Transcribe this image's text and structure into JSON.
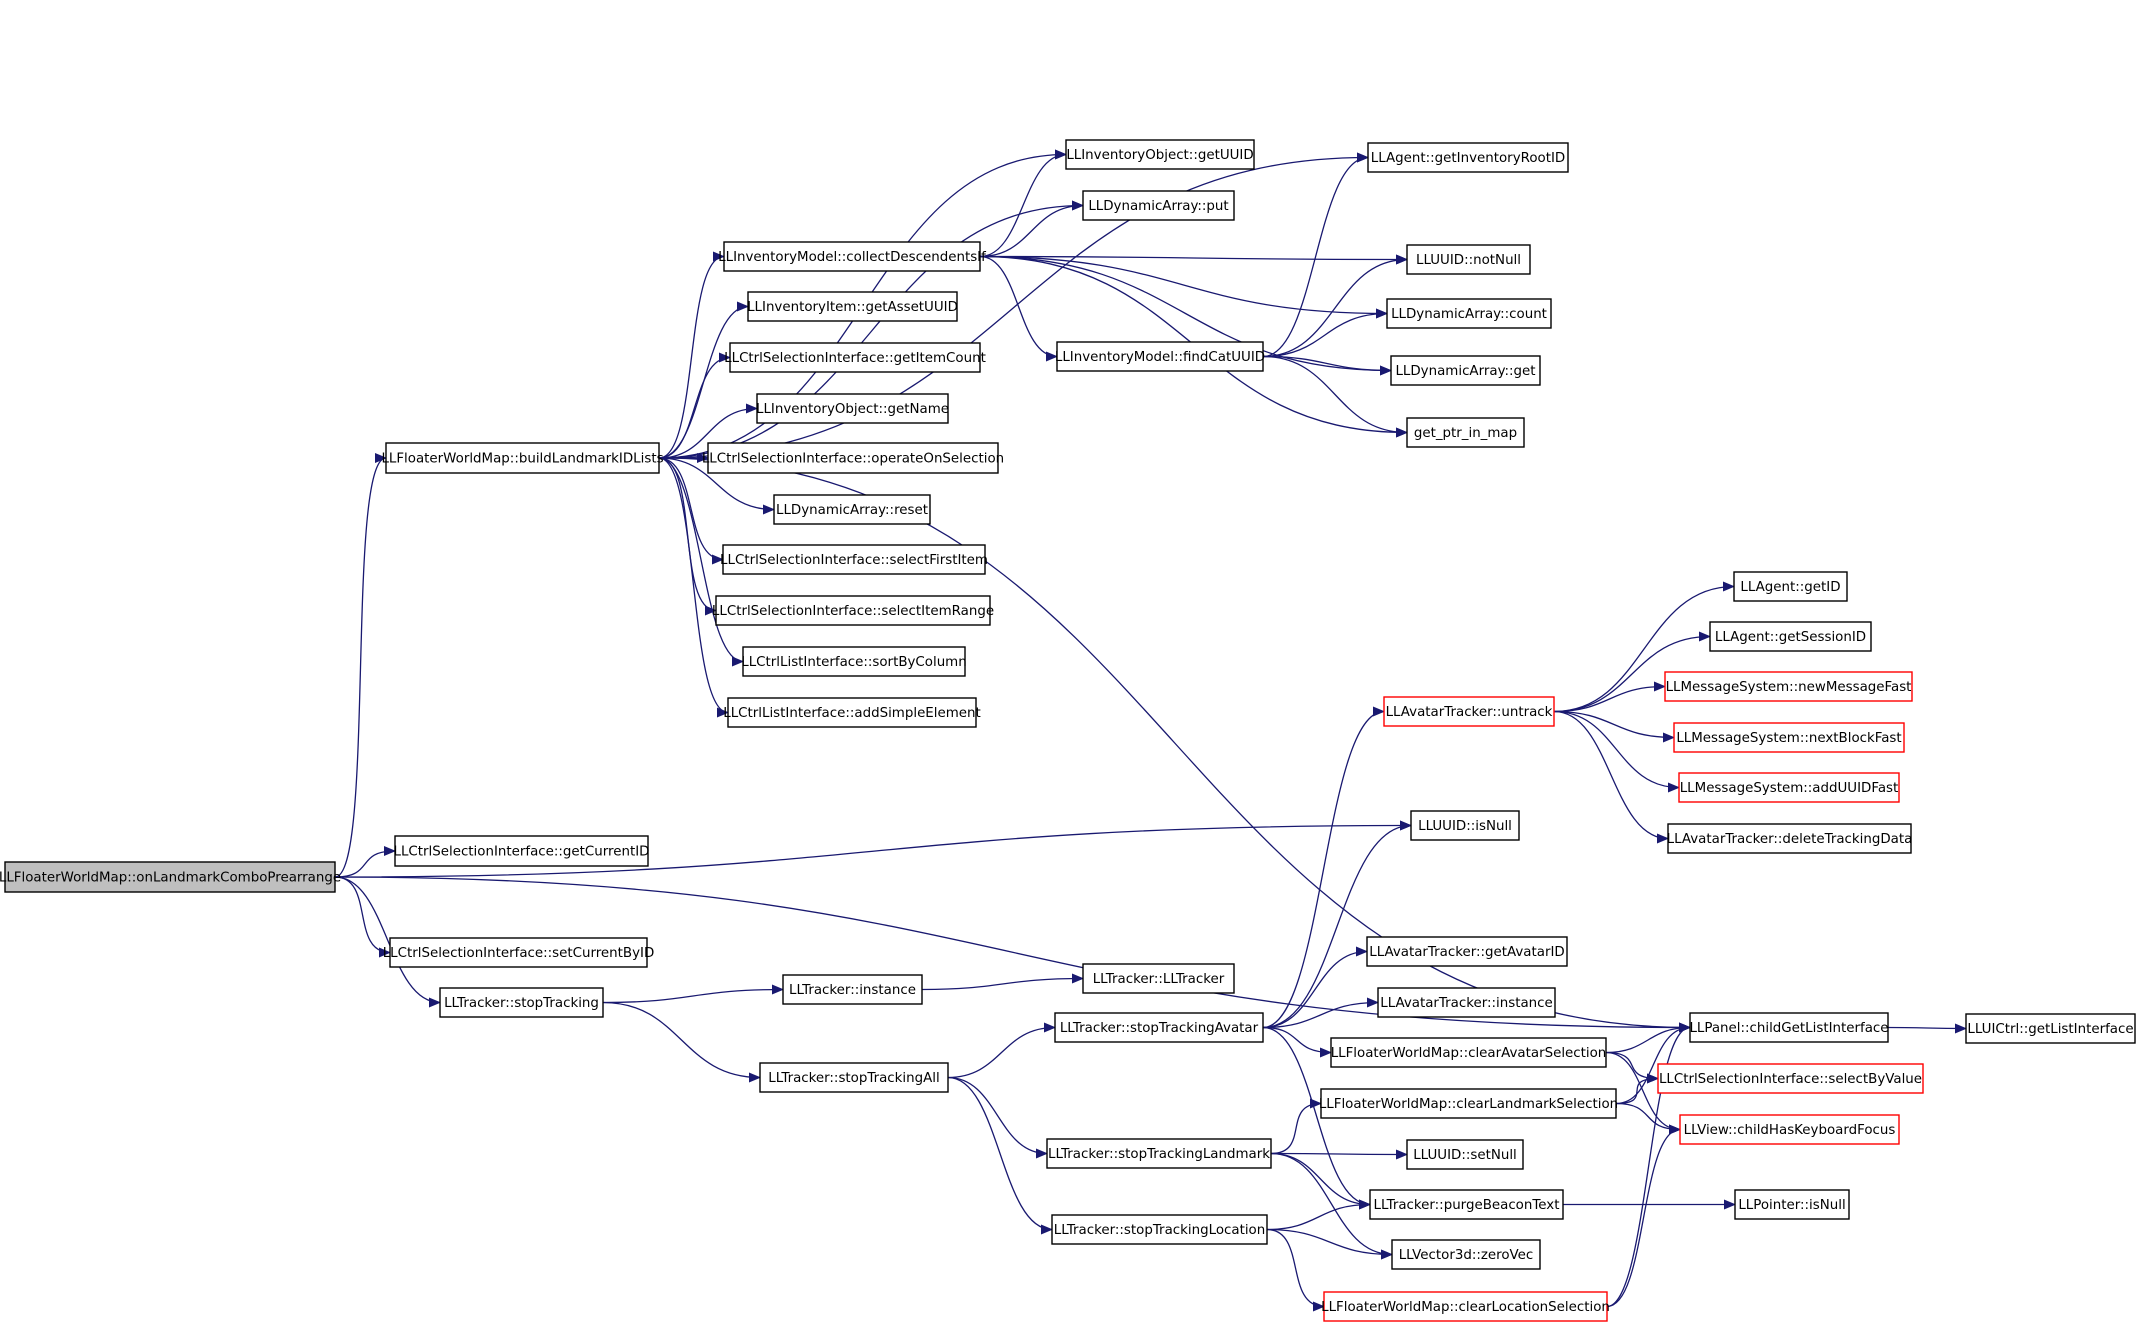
{
  "colors": {
    "edge": "#191970",
    "node_border": "#000000",
    "node_border_truncated": "#ff0000",
    "root_fill": "#bfbfbf",
    "node_fill": "#ffffff"
  },
  "graph": {
    "nodes": [
      {
        "id": "root",
        "label": "LLFloaterWorldMap::onLandmarkComboPrearrange",
        "variant": "root"
      },
      {
        "id": "buildLandmarkIDLists",
        "label": "LLFloaterWorldMap::buildLandmarkIDLists",
        "variant": "normal"
      },
      {
        "id": "invObjGetUUID",
        "label": "LLInventoryObject::getUUID",
        "variant": "normal"
      },
      {
        "id": "dynArrPut",
        "label": "LLDynamicArray::put",
        "variant": "normal"
      },
      {
        "id": "collectDescendentsIf",
        "label": "LLInventoryModel::collectDescendentsIf",
        "variant": "normal"
      },
      {
        "id": "invItemGetAssetUUID",
        "label": "LLInventoryItem::getAssetUUID",
        "variant": "normal"
      },
      {
        "id": "ctrlSelGetItemCount",
        "label": "LLCtrlSelectionInterface::getItemCount",
        "variant": "normal"
      },
      {
        "id": "invObjGetName",
        "label": "LLInventoryObject::getName",
        "variant": "normal"
      },
      {
        "id": "ctrlSelOperateOnSelection",
        "label": "LLCtrlSelectionInterface::operateOnSelection",
        "variant": "normal"
      },
      {
        "id": "dynArrReset",
        "label": "LLDynamicArray::reset",
        "variant": "normal"
      },
      {
        "id": "ctrlSelSelectFirstItem",
        "label": "LLCtrlSelectionInterface::selectFirstItem",
        "variant": "normal"
      },
      {
        "id": "ctrlSelSelectItemRange",
        "label": "LLCtrlSelectionInterface::selectItemRange",
        "variant": "normal"
      },
      {
        "id": "ctrlListSortByColumn",
        "label": "LLCtrlListInterface::sortByColumn",
        "variant": "normal"
      },
      {
        "id": "ctrlListAddSimpleElement",
        "label": "LLCtrlListInterface::addSimpleElement",
        "variant": "normal"
      },
      {
        "id": "agentGetInventoryRootID",
        "label": "LLAgent::getInventoryRootID",
        "variant": "normal"
      },
      {
        "id": "uuidNotNull",
        "label": "LLUUID::notNull",
        "variant": "normal"
      },
      {
        "id": "dynArrCount",
        "label": "LLDynamicArray::count",
        "variant": "normal"
      },
      {
        "id": "findCatUUID",
        "label": "LLInventoryModel::findCatUUID",
        "variant": "normal"
      },
      {
        "id": "dynArrGet",
        "label": "LLDynamicArray::get",
        "variant": "normal"
      },
      {
        "id": "getPtrInMap",
        "label": "get_ptr_in_map",
        "variant": "normal"
      },
      {
        "id": "ctrlSelGetCurrentID",
        "label": "LLCtrlSelectionInterface::getCurrentID",
        "variant": "normal"
      },
      {
        "id": "ctrlSelSetCurrentByID",
        "label": "LLCtrlSelectionInterface::setCurrentByID",
        "variant": "normal"
      },
      {
        "id": "trackerStopTracking",
        "label": "LLTracker::stopTracking",
        "variant": "normal"
      },
      {
        "id": "trackerInstance",
        "label": "LLTracker::instance",
        "variant": "normal"
      },
      {
        "id": "trackerLLTracker",
        "label": "LLTracker::LLTracker",
        "variant": "normal"
      },
      {
        "id": "trackerStopTrackingAll",
        "label": "LLTracker::stopTrackingAll",
        "variant": "normal"
      },
      {
        "id": "trackerStopTrackingAvatar",
        "label": "LLTracker::stopTrackingAvatar",
        "variant": "normal"
      },
      {
        "id": "trackerStopTrackingLandmark",
        "label": "LLTracker::stopTrackingLandmark",
        "variant": "normal"
      },
      {
        "id": "trackerStopTrackingLocation",
        "label": "LLTracker::stopTrackingLocation",
        "variant": "normal"
      },
      {
        "id": "avatarTrackerUntrack",
        "label": "LLAvatarTracker::untrack",
        "variant": "truncated"
      },
      {
        "id": "uuidIsNull",
        "label": "LLUUID::isNull",
        "variant": "normal"
      },
      {
        "id": "avatarTrackerGetAvatarID",
        "label": "LLAvatarTracker::getAvatarID",
        "variant": "normal"
      },
      {
        "id": "avatarTrackerInstance",
        "label": "LLAvatarTracker::instance",
        "variant": "normal"
      },
      {
        "id": "clearAvatarSelection",
        "label": "LLFloaterWorldMap::clearAvatarSelection",
        "variant": "normal"
      },
      {
        "id": "clearLandmarkSelection",
        "label": "LLFloaterWorldMap::clearLandmarkSelection",
        "variant": "normal"
      },
      {
        "id": "uuidSetNull",
        "label": "LLUUID::setNull",
        "variant": "normal"
      },
      {
        "id": "trackerPurgeBeaconText",
        "label": "LLTracker::purgeBeaconText",
        "variant": "normal"
      },
      {
        "id": "vector3dZeroVec",
        "label": "LLVector3d::zeroVec",
        "variant": "normal"
      },
      {
        "id": "clearLocationSelection",
        "label": "LLFloaterWorldMap::clearLocationSelection",
        "variant": "truncated"
      },
      {
        "id": "agentGetID",
        "label": "LLAgent::getID",
        "variant": "normal"
      },
      {
        "id": "agentGetSessionID",
        "label": "LLAgent::getSessionID",
        "variant": "normal"
      },
      {
        "id": "msgNewMessageFast",
        "label": "LLMessageSystem::newMessageFast",
        "variant": "truncated"
      },
      {
        "id": "msgNextBlockFast",
        "label": "LLMessageSystem::nextBlockFast",
        "variant": "truncated"
      },
      {
        "id": "msgAddUUIDFast",
        "label": "LLMessageSystem::addUUIDFast",
        "variant": "truncated"
      },
      {
        "id": "avatarTrackerDeleteTrackingData",
        "label": "LLAvatarTracker::deleteTrackingData",
        "variant": "normal"
      },
      {
        "id": "panelChildGetListInterface",
        "label": "LLPanel::childGetListInterface",
        "variant": "normal"
      },
      {
        "id": "uictrlGetListInterface",
        "label": "LLUICtrl::getListInterface",
        "variant": "normal"
      },
      {
        "id": "ctrlSelSelectByValue",
        "label": "LLCtrlSelectionInterface::selectByValue",
        "variant": "truncated"
      },
      {
        "id": "viewChildHasKeyboardFocus",
        "label": "LLView::childHasKeyboardFocus",
        "variant": "truncated"
      },
      {
        "id": "pointerIsNull",
        "label": "LLPointer::isNull",
        "variant": "normal"
      }
    ],
    "edges": [
      [
        "root",
        "buildLandmarkIDLists"
      ],
      [
        "root",
        "ctrlSelGetCurrentID"
      ],
      [
        "root",
        "uuidIsNull"
      ],
      [
        "root",
        "ctrlSelSetCurrentByID"
      ],
      [
        "root",
        "trackerStopTracking"
      ],
      [
        "root",
        "panelChildGetListInterface"
      ],
      [
        "buildLandmarkIDLists",
        "invObjGetUUID"
      ],
      [
        "buildLandmarkIDLists",
        "dynArrPut"
      ],
      [
        "buildLandmarkIDLists",
        "collectDescendentsIf"
      ],
      [
        "buildLandmarkIDLists",
        "invItemGetAssetUUID"
      ],
      [
        "buildLandmarkIDLists",
        "ctrlSelGetItemCount"
      ],
      [
        "buildLandmarkIDLists",
        "invObjGetName"
      ],
      [
        "buildLandmarkIDLists",
        "ctrlSelOperateOnSelection"
      ],
      [
        "buildLandmarkIDLists",
        "dynArrReset"
      ],
      [
        "buildLandmarkIDLists",
        "ctrlSelSelectFirstItem"
      ],
      [
        "buildLandmarkIDLists",
        "ctrlSelSelectItemRange"
      ],
      [
        "buildLandmarkIDLists",
        "ctrlListSortByColumn"
      ],
      [
        "buildLandmarkIDLists",
        "ctrlListAddSimpleElement"
      ],
      [
        "buildLandmarkIDLists",
        "agentGetInventoryRootID"
      ],
      [
        "buildLandmarkIDLists",
        "panelChildGetListInterface"
      ],
      [
        "collectDescendentsIf",
        "invObjGetUUID"
      ],
      [
        "collectDescendentsIf",
        "dynArrPut"
      ],
      [
        "collectDescendentsIf",
        "uuidNotNull"
      ],
      [
        "collectDescendentsIf",
        "dynArrCount"
      ],
      [
        "collectDescendentsIf",
        "findCatUUID"
      ],
      [
        "collectDescendentsIf",
        "dynArrGet"
      ],
      [
        "collectDescendentsIf",
        "getPtrInMap"
      ],
      [
        "findCatUUID",
        "agentGetInventoryRootID"
      ],
      [
        "findCatUUID",
        "uuidNotNull"
      ],
      [
        "findCatUUID",
        "dynArrCount"
      ],
      [
        "findCatUUID",
        "dynArrGet"
      ],
      [
        "findCatUUID",
        "getPtrInMap"
      ],
      [
        "trackerStopTracking",
        "trackerInstance"
      ],
      [
        "trackerStopTracking",
        "trackerStopTrackingAll"
      ],
      [
        "trackerInstance",
        "trackerLLTracker"
      ],
      [
        "trackerStopTrackingAll",
        "trackerStopTrackingAvatar"
      ],
      [
        "trackerStopTrackingAll",
        "trackerStopTrackingLandmark"
      ],
      [
        "trackerStopTrackingAll",
        "trackerStopTrackingLocation"
      ],
      [
        "trackerStopTrackingAvatar",
        "avatarTrackerUntrack"
      ],
      [
        "trackerStopTrackingAvatar",
        "uuidIsNull"
      ],
      [
        "trackerStopTrackingAvatar",
        "avatarTrackerGetAvatarID"
      ],
      [
        "trackerStopTrackingAvatar",
        "avatarTrackerInstance"
      ],
      [
        "trackerStopTrackingAvatar",
        "clearAvatarSelection"
      ],
      [
        "trackerStopTrackingAvatar",
        "trackerPurgeBeaconText"
      ],
      [
        "trackerStopTrackingLandmark",
        "clearLandmarkSelection"
      ],
      [
        "trackerStopTrackingLandmark",
        "uuidSetNull"
      ],
      [
        "trackerStopTrackingLandmark",
        "trackerPurgeBeaconText"
      ],
      [
        "trackerStopTrackingLandmark",
        "vector3dZeroVec"
      ],
      [
        "trackerStopTrackingLocation",
        "trackerPurgeBeaconText"
      ],
      [
        "trackerStopTrackingLocation",
        "vector3dZeroVec"
      ],
      [
        "trackerStopTrackingLocation",
        "clearLocationSelection"
      ],
      [
        "avatarTrackerUntrack",
        "agentGetID"
      ],
      [
        "avatarTrackerUntrack",
        "agentGetSessionID"
      ],
      [
        "avatarTrackerUntrack",
        "msgNewMessageFast"
      ],
      [
        "avatarTrackerUntrack",
        "msgNextBlockFast"
      ],
      [
        "avatarTrackerUntrack",
        "msgAddUUIDFast"
      ],
      [
        "avatarTrackerUntrack",
        "avatarTrackerDeleteTrackingData"
      ],
      [
        "clearAvatarSelection",
        "panelChildGetListInterface"
      ],
      [
        "clearAvatarSelection",
        "ctrlSelSelectByValue"
      ],
      [
        "clearAvatarSelection",
        "viewChildHasKeyboardFocus"
      ],
      [
        "clearLandmarkSelection",
        "panelChildGetListInterface"
      ],
      [
        "clearLandmarkSelection",
        "ctrlSelSelectByValue"
      ],
      [
        "clearLandmarkSelection",
        "viewChildHasKeyboardFocus"
      ],
      [
        "clearLocationSelection",
        "panelChildGetListInterface"
      ],
      [
        "clearLocationSelection",
        "viewChildHasKeyboardFocus"
      ],
      [
        "panelChildGetListInterface",
        "uictrlGetListInterface"
      ],
      [
        "trackerPurgeBeaconText",
        "pointerIsNull"
      ]
    ]
  }
}
